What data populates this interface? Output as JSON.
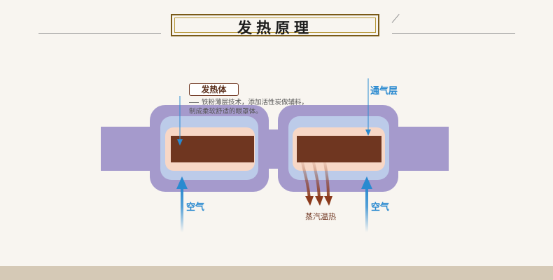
{
  "header": {
    "title": "发热原理"
  },
  "diagram": {
    "heater_label": "发热体",
    "heater_desc_line1": "铁粉薄层技术，添加活性炭做辅料，",
    "heater_desc_line2": "制成柔软舒适的眼罩体。",
    "vent_layer_label": "通气层",
    "air_label_left": "空气",
    "air_label_right": "空气",
    "steam_label": "蒸汽温热"
  },
  "colors": {
    "strap": "#a59acc",
    "vent_layer": "#bccbe9",
    "inner_layer": "#f7d7c6",
    "heater": "#6f3620",
    "air_arrow": "#2a8ad0",
    "steam_arrow": "#8b3a1c"
  }
}
